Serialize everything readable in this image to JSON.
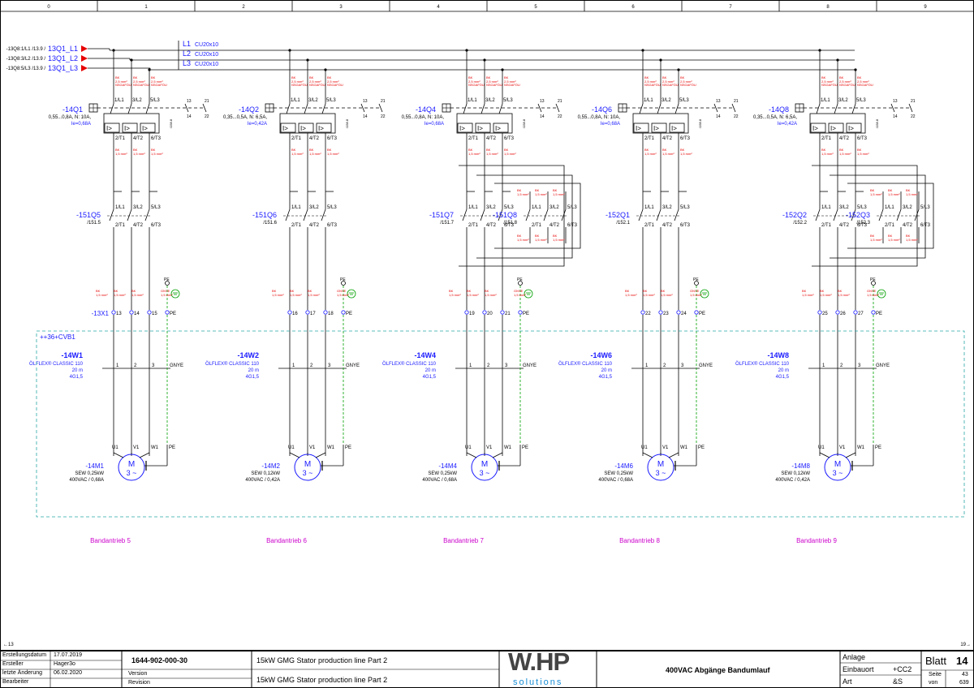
{
  "columns": [
    "0",
    "1",
    "2",
    "3",
    "4",
    "5",
    "6",
    "7",
    "8",
    "9"
  ],
  "supply": [
    {
      "ref": "-13Q8:1/L1 /13.9 /",
      "name": "13Q1_L1"
    },
    {
      "ref": "-13Q8:3/L2 /13.9 /",
      "name": "13Q1_L2"
    },
    {
      "ref": "-13Q8:5/L3 /13.9 /",
      "name": "13Q1_L3"
    }
  ],
  "bus": [
    {
      "phase": "L1",
      "cable": "CU20x10"
    },
    {
      "phase": "L2",
      "cable": "CU20x10"
    },
    {
      "phase": "L3",
      "cable": "CU20x10"
    }
  ],
  "wire_color": "BK",
  "wire_cs": "2,5 mm²",
  "wire_cs_small": "1,5 mm²",
  "wire_note": "NSGAFÖU",
  "gnye": "GNYE",
  "pe": "PE",
  "box_label": "++36+CVB1",
  "breaker_terms": {
    "in": [
      "1/L1",
      "3/L2",
      "5/L3"
    ],
    "out": [
      "2/T1",
      "4/T2",
      "6/T3"
    ],
    "aux": [
      "13",
      "14",
      "21",
      "22"
    ],
    "trip": "I>"
  },
  "contactor_terms": {
    "in": [
      "1/L1",
      "3/L2",
      "5/L3"
    ],
    "out": [
      "2/T1",
      "4/T2",
      "6/T3"
    ]
  },
  "motor_terms": [
    "U1",
    "V1",
    "W1",
    "PE"
  ],
  "cable_cores": [
    "1",
    "2",
    "3",
    "GNYE"
  ],
  "terminal_strip": "-13X1",
  "drives": [
    {
      "breaker": "-14Q1",
      "breaker_desc": "0,55...0,8A, N: 10A,",
      "breaker_ie": "Ie=0,68A",
      "ref": "/158.8",
      "contactors": [
        {
          "id": "-151Q5",
          "ref": "/151.5"
        }
      ],
      "terminals": [
        "13",
        "14",
        "15",
        "PE"
      ],
      "cable": "-14W1",
      "cable_type": "ÖLFLEX® CLASSIC 110",
      "cable_len": "20 m",
      "cable_cs": "4G1,5",
      "motor": "-14M1",
      "motor_type": "SEW 0,25kW",
      "motor_rating": "400VAC / 0,68A",
      "label": "Bandantrieb 5"
    },
    {
      "breaker": "-14Q2",
      "breaker_desc": "0,35...0,5A, N: 6,5A,",
      "breaker_ie": "Ie=0,42A",
      "ref": "/158.8",
      "contactors": [
        {
          "id": "-151Q6",
          "ref": "/151.6"
        }
      ],
      "terminals": [
        "16",
        "17",
        "18",
        "PE"
      ],
      "cable": "-14W2",
      "cable_type": "ÖLFLEX® CLASSIC 110",
      "cable_len": "20 m",
      "cable_cs": "4G1,5",
      "motor": "-14M2",
      "motor_type": "SEW 0,12kW",
      "motor_rating": "400VAC / 0,42A",
      "label": "Bandantrieb 6"
    },
    {
      "breaker": "-14Q4",
      "breaker_desc": "0,55...0,8A, N: 10A,",
      "breaker_ie": "Ie=0,68A",
      "ref": "/158.8",
      "contactors": [
        {
          "id": "-151Q7",
          "ref": "/151.7"
        },
        {
          "id": "-151Q8",
          "ref": "/151.8"
        }
      ],
      "terminals": [
        "19",
        "20",
        "21",
        "PE"
      ],
      "cable": "-14W4",
      "cable_type": "ÖLFLEX® CLASSIC 110",
      "cable_len": "20 m",
      "cable_cs": "4G1,5",
      "motor": "-14M4",
      "motor_type": "SEW 0,25kW",
      "motor_rating": "400VAC / 0,68A",
      "label": "Bandantrieb 7"
    },
    {
      "breaker": "-14Q6",
      "breaker_desc": "0,55...0,8A, N: 10A,",
      "breaker_ie": "Ie=0,68A",
      "ref": "/158.8",
      "contactors": [
        {
          "id": "-152Q1",
          "ref": "/152.1"
        }
      ],
      "terminals": [
        "22",
        "23",
        "24",
        "PE"
      ],
      "cable": "-14W6",
      "cable_type": "ÖLFLEX® CLASSIC 110",
      "cable_len": "20 m",
      "cable_cs": "4G1,5",
      "motor": "-14M6",
      "motor_type": "SEW 0,25kW",
      "motor_rating": "400VAC / 0,68A",
      "label": "Bandantrieb 8"
    },
    {
      "breaker": "-14Q8",
      "breaker_desc": "0,35...0,5A, N: 6,5A,",
      "breaker_ie": "Ie=0,42A",
      "ref": "/158.8",
      "contactors": [
        {
          "id": "-152Q2",
          "ref": "/152.2"
        },
        {
          "id": "-152Q3",
          "ref": "/152.3"
        }
      ],
      "terminals": [
        "25",
        "26",
        "27",
        "PE"
      ],
      "cable": "-14W8",
      "cable_type": "ÖLFLEX® CLASSIC 110",
      "cable_len": "20 m",
      "cable_cs": "4G1,5",
      "motor": "-14M8",
      "motor_type": "SEW 0,12kW",
      "motor_rating": "400VAC / 0,42A",
      "label": "Bandantrieb 9"
    }
  ],
  "motor_symbol": "M",
  "motor_phase": "3 ~",
  "nav": {
    "prev": "←13",
    "next": "19→"
  },
  "titleblock": {
    "creation_date_label": "Erstellungsdatum",
    "creation_date": "17.07.2019",
    "creator_label": "Ersteller",
    "creator": "Hager3o",
    "last_change_label": "letzte Änderung",
    "last_change": "06.02.2020",
    "editor_label": "Bearbeiter",
    "drawing_no": "1644-902-000-30",
    "version_label": "Version",
    "revision_label": "Revision",
    "project_1": "15kW GMG Stator production line Part 2",
    "project_2": "15kW GMG Stator production line Part 2",
    "logo_main": "W.HP",
    "logo_sub": "solutions",
    "sheet_title": "400VAC Abgänge Bandumlauf",
    "plant_label": "Anlage",
    "location_label": "Einbauort",
    "location": "+CC2",
    "type_label": "Art",
    "type": "&S",
    "sheet_label": "Blatt",
    "sheet": "14",
    "page_label": "Seite",
    "page": "43",
    "of_label": "von",
    "of": "639"
  },
  "colors": {
    "blue": "#1a1aff",
    "red": "#e60000",
    "magenta": "#cc00cc",
    "green": "#00a000",
    "box": "#2aa6a6",
    "line": "#000000"
  }
}
